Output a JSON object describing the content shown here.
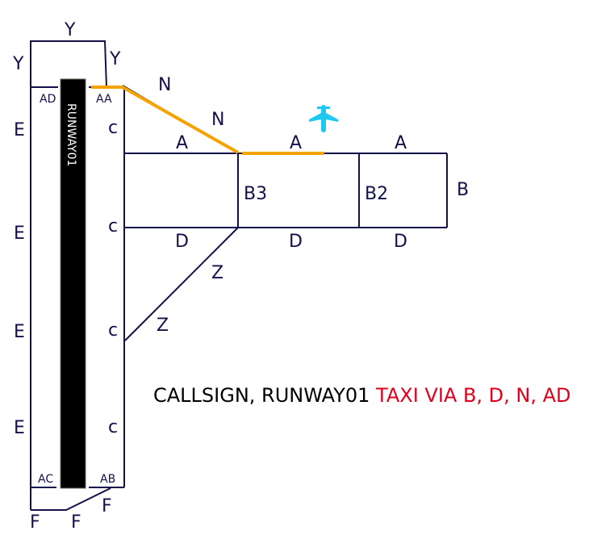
{
  "colors": {
    "taxiway": "#14114a",
    "route": "#f5a300",
    "aircraft": "#1ec8f0",
    "runway": "#000000",
    "clearance": "#e0001b"
  },
  "runway_label": "RUNWAY01",
  "labels": {
    "y_top": "Y",
    "y_left": "Y",
    "y_right": "Y",
    "ad": "AD",
    "aa": "AA",
    "ac": "AC",
    "ab": "AB",
    "e1": "E",
    "e2": "E",
    "e3": "E",
    "e4": "E",
    "c1": "c",
    "c2": "c",
    "c3": "c",
    "c4": "c",
    "n1": "N",
    "n2": "N",
    "a1": "A",
    "a2": "A",
    "a3": "A",
    "b3": "B3",
    "b2": "B2",
    "b": "B",
    "d1": "D",
    "d2": "D",
    "d3": "D",
    "z1": "Z",
    "z2": "Z",
    "f1": "F",
    "f2": "F",
    "f3": "F"
  },
  "instruction": {
    "callsign": "CALLSIGN, RUNWAY01 ",
    "clearance": "TAXI VIA B, D, N, AD"
  },
  "aircraft_icon": "airplane-icon"
}
